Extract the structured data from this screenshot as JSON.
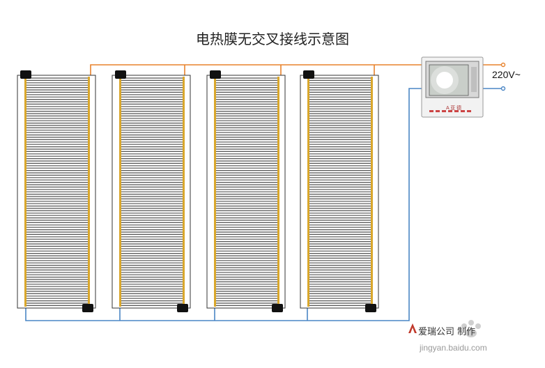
{
  "title": "电热膜无交叉接线示意图",
  "voltage_label": "220V~",
  "brand_text": "爱瑞公司  制作",
  "watermark_text": "jingyan.baidu.com",
  "controller_text": "A  亚  德",
  "colors": {
    "phase_wire": "#e8822c",
    "neutral_wire": "#4a86c5",
    "copper_strip": "#d9a72c",
    "film_lines": "#555555",
    "film_border": "#333333",
    "connector": "#111111"
  },
  "panels": [
    {
      "name": "heating-film-1"
    },
    {
      "name": "heating-film-2"
    },
    {
      "name": "heating-film-3"
    },
    {
      "name": "heating-film-4"
    }
  ]
}
